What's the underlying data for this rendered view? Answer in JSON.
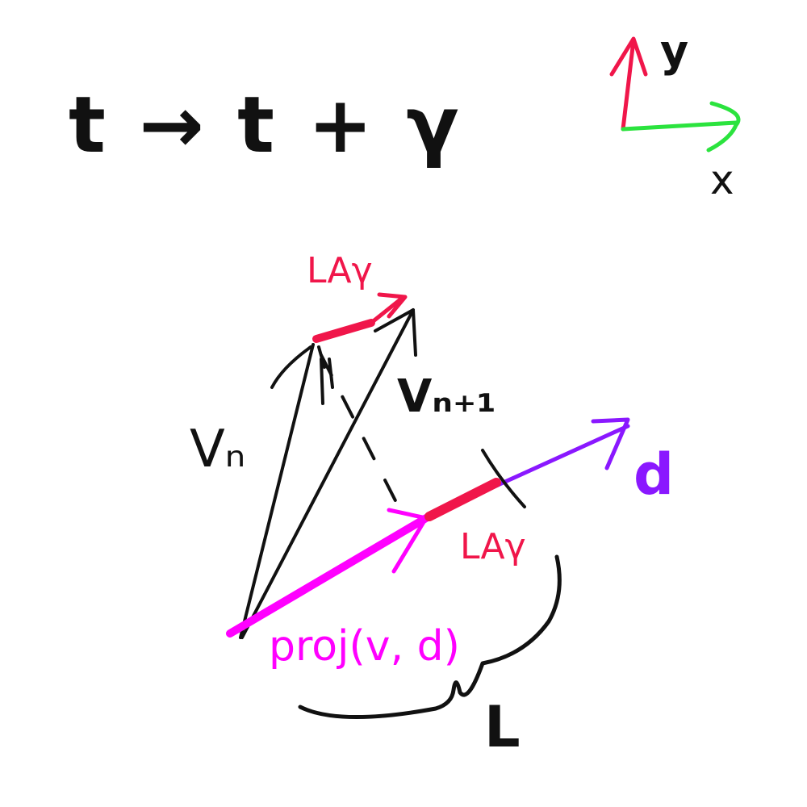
{
  "equation": "t → t + γ",
  "axes": {
    "y_label": "y",
    "x_label": "x",
    "y_color": "#f0164a",
    "x_color": "#2be33e"
  },
  "vectors": {
    "v_n_label": "Vₙ",
    "v_n1_label": "Vₙ₊₁",
    "d_label": "d",
    "proj_label": "proj(v, d)",
    "lat_top_label": "LAγ",
    "lat_bottom_label": "LAγ",
    "length_label": "L"
  },
  "colors": {
    "black": "#111111",
    "red": "#f0164a",
    "magenta": "#ff00ff",
    "purple": "#8a18ff",
    "green": "#2be33e"
  }
}
